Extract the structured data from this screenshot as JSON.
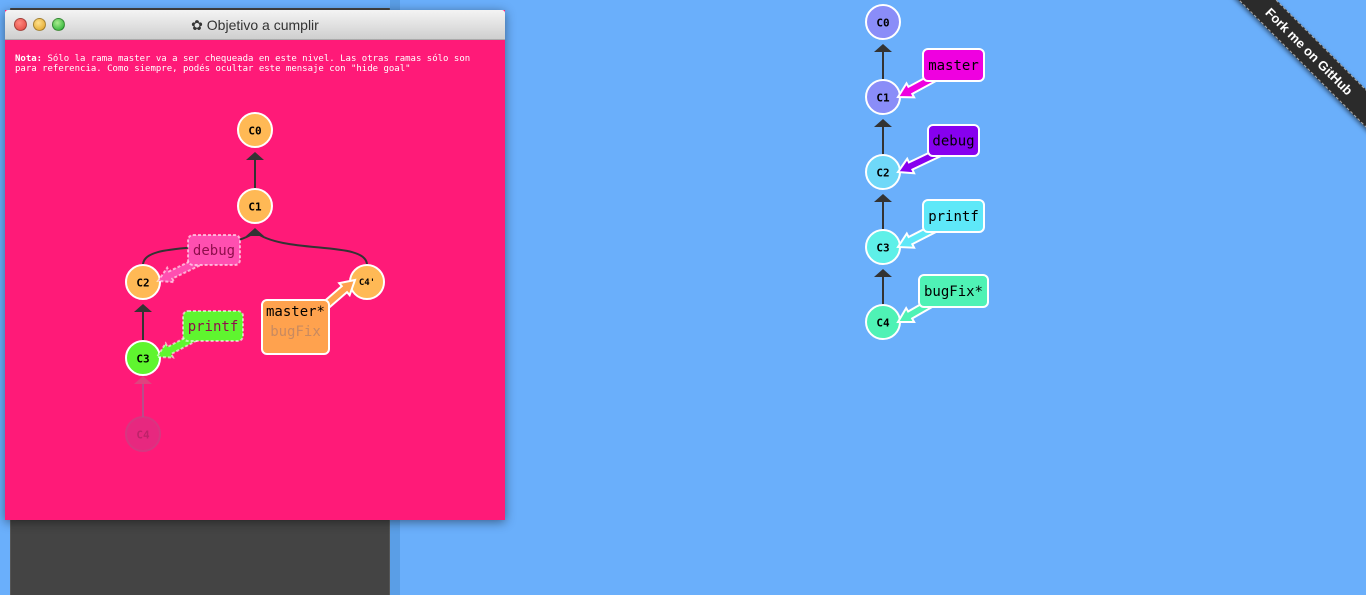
{
  "goal_window": {
    "title": "Objetivo a cumplir",
    "title_icon": "gear-icon",
    "note_bold": "Nota:",
    "note_text": " Sólo la rama master va a ser chequeada en este nivel. Las otras ramas sólo son para referencia. Como siempre, podés ocultar este mensaje con \"hide goal\""
  },
  "goal_tree": {
    "commits": [
      {
        "id": "C0",
        "color": "#ffb955",
        "faded": false
      },
      {
        "id": "C1",
        "color": "#ffb955",
        "faded": false
      },
      {
        "id": "C2",
        "color": "#ffb955",
        "faded": false
      },
      {
        "id": "C3",
        "color": "#5ff52f",
        "faded": false
      },
      {
        "id": "C4",
        "color": "#d43585",
        "faded": true
      },
      {
        "id": "C4'",
        "color": "#ffb955",
        "faded": false
      }
    ],
    "branches": [
      {
        "name": "debug",
        "target": "C2",
        "color": "#ff4fb0"
      },
      {
        "name": "printf",
        "target": "C3",
        "color": "#5ff52f"
      },
      {
        "name": "master*",
        "target": "C4'",
        "color": "#ffa24e"
      },
      {
        "name": "bugFix",
        "target": "C4'",
        "color": "#ffa24e"
      }
    ]
  },
  "main_tree": {
    "commits": [
      {
        "id": "C0",
        "color": "#8a8df8"
      },
      {
        "id": "C1",
        "color": "#8a8df8"
      },
      {
        "id": "C2",
        "color": "#6fd8f8"
      },
      {
        "id": "C3",
        "color": "#5ef0e8"
      },
      {
        "id": "C4",
        "color": "#4ff2b5"
      }
    ],
    "branches": [
      {
        "name": "master",
        "target": "C1",
        "color": "#ef00e0"
      },
      {
        "name": "debug",
        "target": "C2",
        "color": "#8700ef"
      },
      {
        "name": "printf",
        "target": "C3",
        "color": "#5ee8f8"
      },
      {
        "name": "bugFix*",
        "target": "C4",
        "color": "#4ff2b5"
      }
    ]
  },
  "ribbon": {
    "text": "Fork me on GitHub"
  }
}
